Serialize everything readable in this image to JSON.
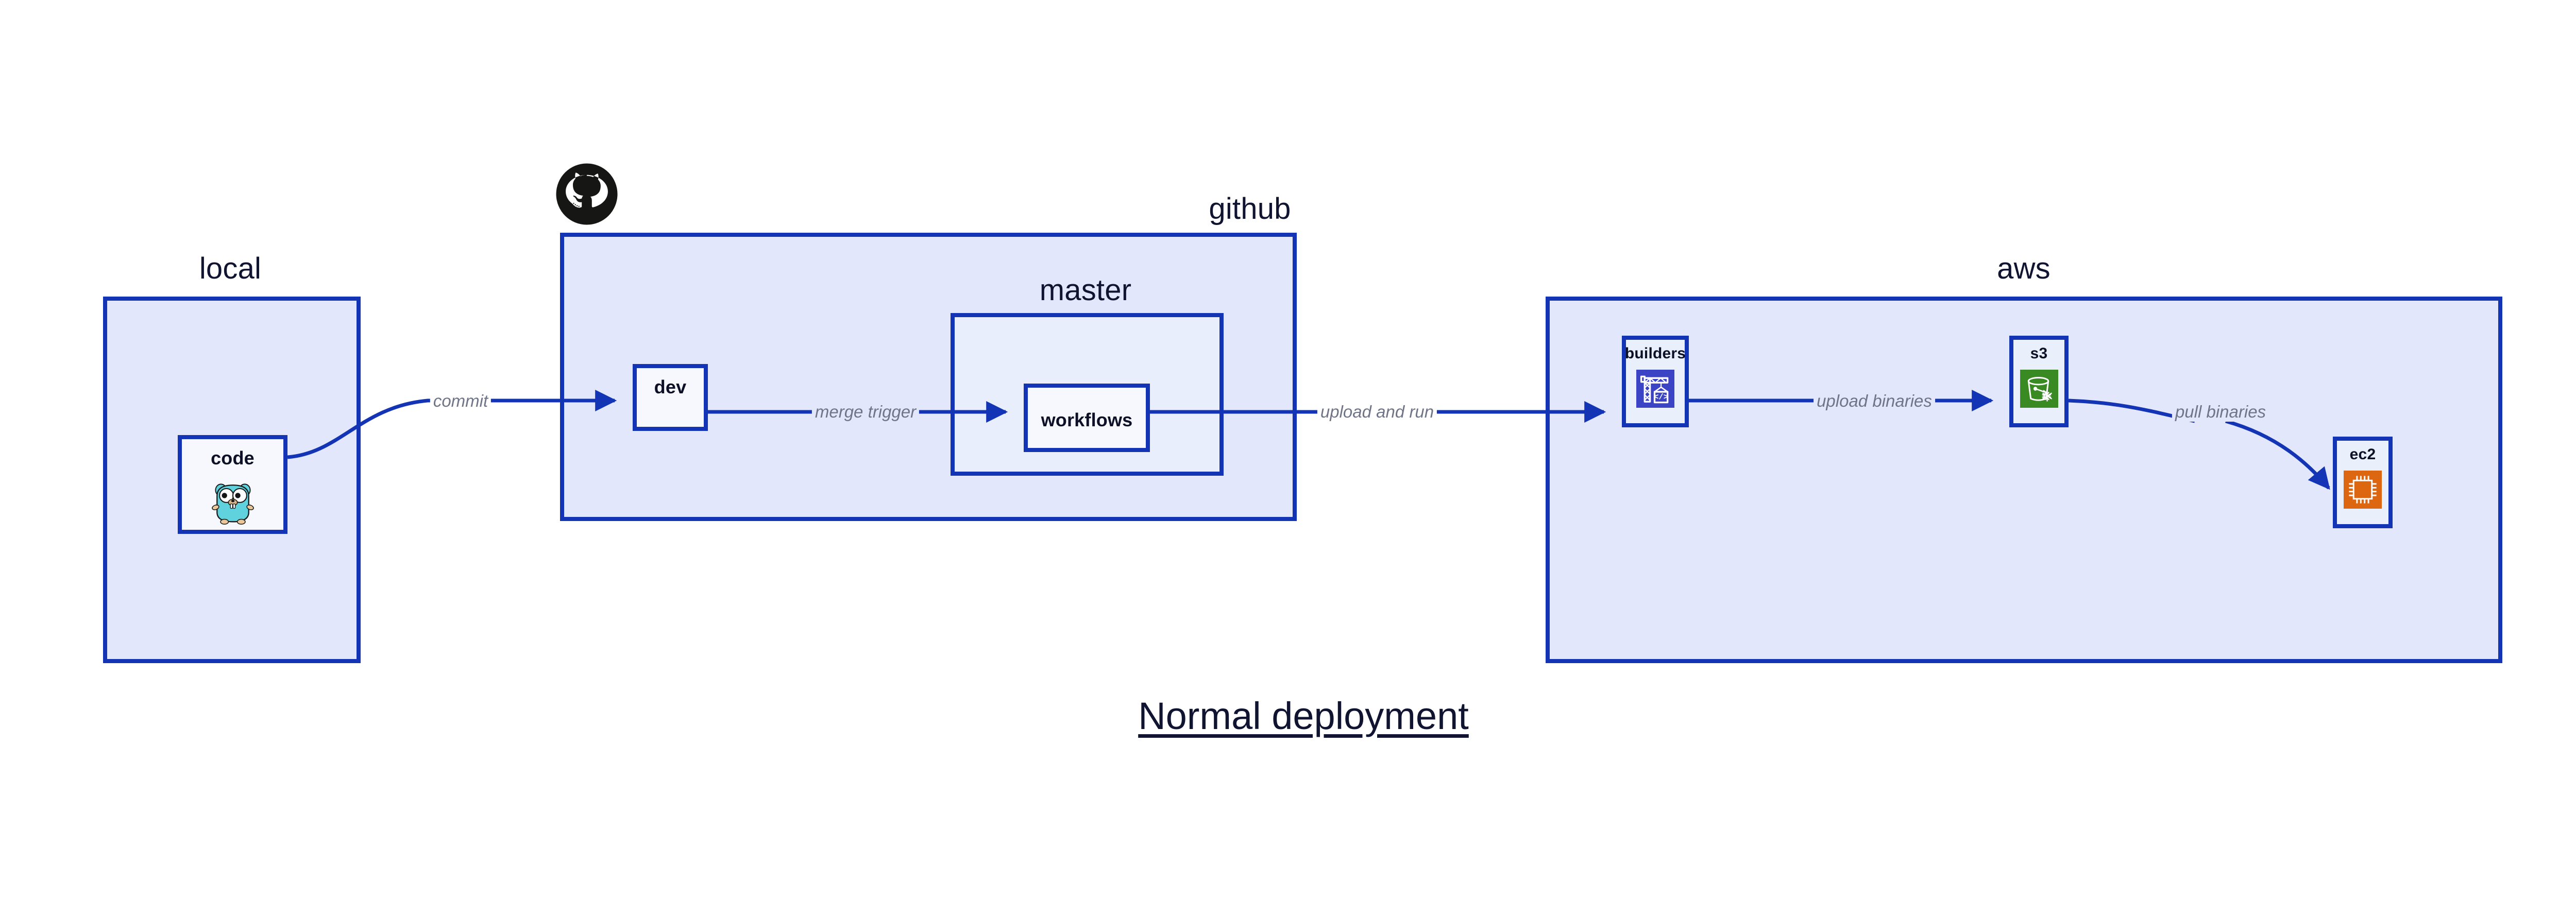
{
  "title": "Normal deployment",
  "palette": {
    "group_border": "#1334b5",
    "group_fill": "#e3e7fb",
    "inner_fill": "#e9eefc",
    "node_fill": "#eaeffc",
    "edge_stroke": "#1334b5",
    "edge_label": "#6f7488",
    "text": "#101431",
    "codebuild_blue": "#3b44c4",
    "s3_green": "#3a8a24",
    "ec2_orange": "#dd6611",
    "gopher_cyan": "#5fd2dd",
    "github_black": "#161614"
  },
  "groups": [
    {
      "id": "local",
      "label": "local"
    },
    {
      "id": "github",
      "label": "github"
    },
    {
      "id": "master",
      "label": "master"
    },
    {
      "id": "aws",
      "label": "aws"
    }
  ],
  "nodes": [
    {
      "id": "code",
      "label": "code",
      "icon": "go-gopher-icon"
    },
    {
      "id": "dev",
      "label": "dev",
      "icon": ""
    },
    {
      "id": "workflows",
      "label": "workflows",
      "icon": ""
    },
    {
      "id": "builders",
      "label": "builders",
      "icon": "aws-codebuild-icon"
    },
    {
      "id": "s3",
      "label": "s3",
      "icon": "aws-s3-glacier-icon"
    },
    {
      "id": "ec2",
      "label": "ec2",
      "icon": "aws-ec2-icon"
    }
  ],
  "edges": [
    {
      "id": "commit",
      "label": "commit",
      "from": "code",
      "to": "dev"
    },
    {
      "id": "merge-trigger",
      "label": "merge trigger",
      "from": "dev",
      "to": "workflows"
    },
    {
      "id": "upload-and-run",
      "label": "upload and run",
      "from": "workflows",
      "to": "builders"
    },
    {
      "id": "upload-binaries",
      "label": "upload binaries",
      "from": "builders",
      "to": "s3"
    },
    {
      "id": "pull-binaries",
      "label": "pull binaries",
      "from": "s3",
      "to": "ec2"
    }
  ],
  "logos": [
    {
      "id": "github-octocat",
      "name": "github-octocat-icon"
    }
  ]
}
